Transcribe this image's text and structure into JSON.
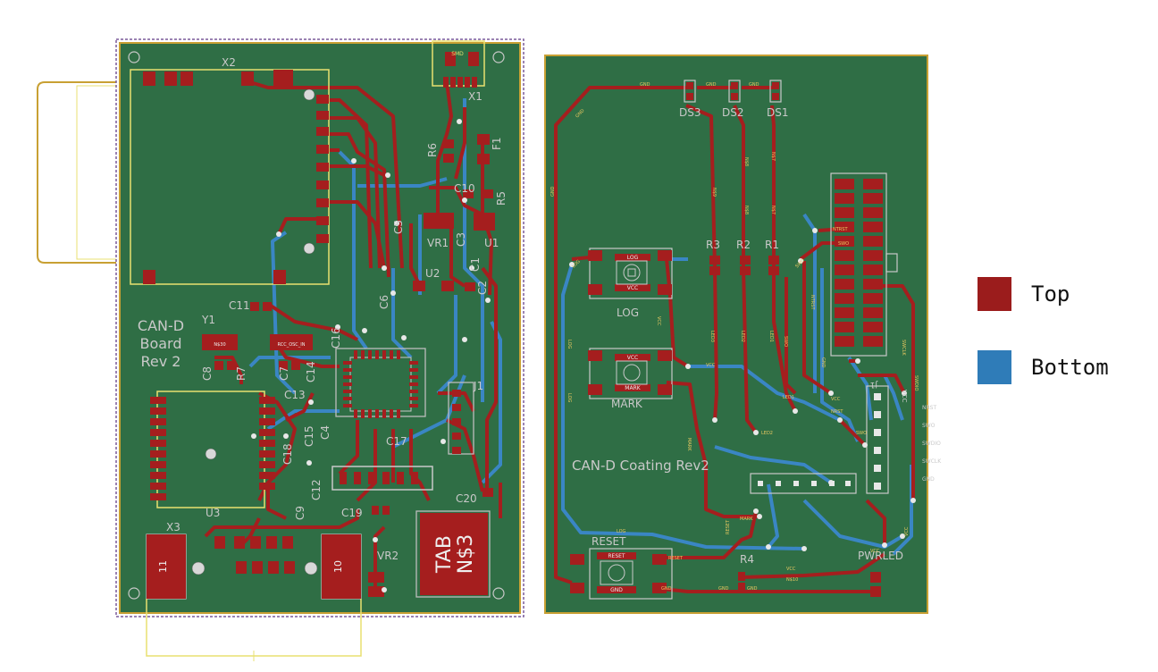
{
  "legend": {
    "top": {
      "label": "Top",
      "color": "#9b1c1c"
    },
    "bottom": {
      "label": "Bottom",
      "color": "#2f7cb8"
    }
  },
  "colors": {
    "board": "#2f6e45",
    "copper_top": "#a51e1e",
    "copper_bottom": "#3a86c4",
    "silk": "#c9c9c9",
    "outline": "#c8a033",
    "doc": "#e8e070",
    "net_label": "#e8c860"
  },
  "board1": {
    "title_lines": [
      "CAN-D",
      "Board",
      "Rev 2"
    ],
    "refs": [
      "X2",
      "X1",
      "F1",
      "R6",
      "R5",
      "C10",
      "VR1",
      "C3",
      "U1",
      "C5",
      "U2",
      "C1",
      "C2",
      "C6",
      "C11",
      "Y1",
      "C16",
      "C8",
      "R7",
      "C7",
      "C14",
      "C13",
      "C15",
      "C4",
      "C17",
      "C18",
      "C12",
      "C9",
      "U3",
      "C19",
      "C20",
      "X3",
      "VR2",
      "J1"
    ],
    "pads": {
      "x3_left": "11",
      "x3_right": "10",
      "tab_line1": "TAB",
      "tab_line2": "N$3",
      "y1_pad1": "N$30",
      "y1_pad2": "RCC_OSC_IN",
      "usb_edge": "SMD"
    }
  },
  "board2": {
    "title": "CAN-D Coating Rev2",
    "refs": [
      "DS3",
      "DS2",
      "DS1",
      "R3",
      "R2",
      "R1",
      "LOG",
      "MARK",
      "RESET",
      "R4",
      "PWRLED",
      "J1"
    ],
    "nets": [
      "GND",
      "N$8",
      "N$9",
      "N$7",
      "VCC",
      "LOG",
      "MARK",
      "RESET",
      "LED1",
      "LED2",
      "LED3",
      "NTRST",
      "SWO",
      "SWDIO",
      "SWCLK",
      "NRST",
      "N$10"
    ],
    "button_labels": {
      "log_top": "LOG",
      "log_bot": "VCC",
      "mark_top": "VCC",
      "mark_bot": "MARK",
      "reset_top": "RESET",
      "reset_bot": "GND"
    },
    "j1_pins": [
      "VCC",
      "NRST",
      "SWO",
      "SWDIO",
      "SWCLK",
      "GND"
    ]
  }
}
